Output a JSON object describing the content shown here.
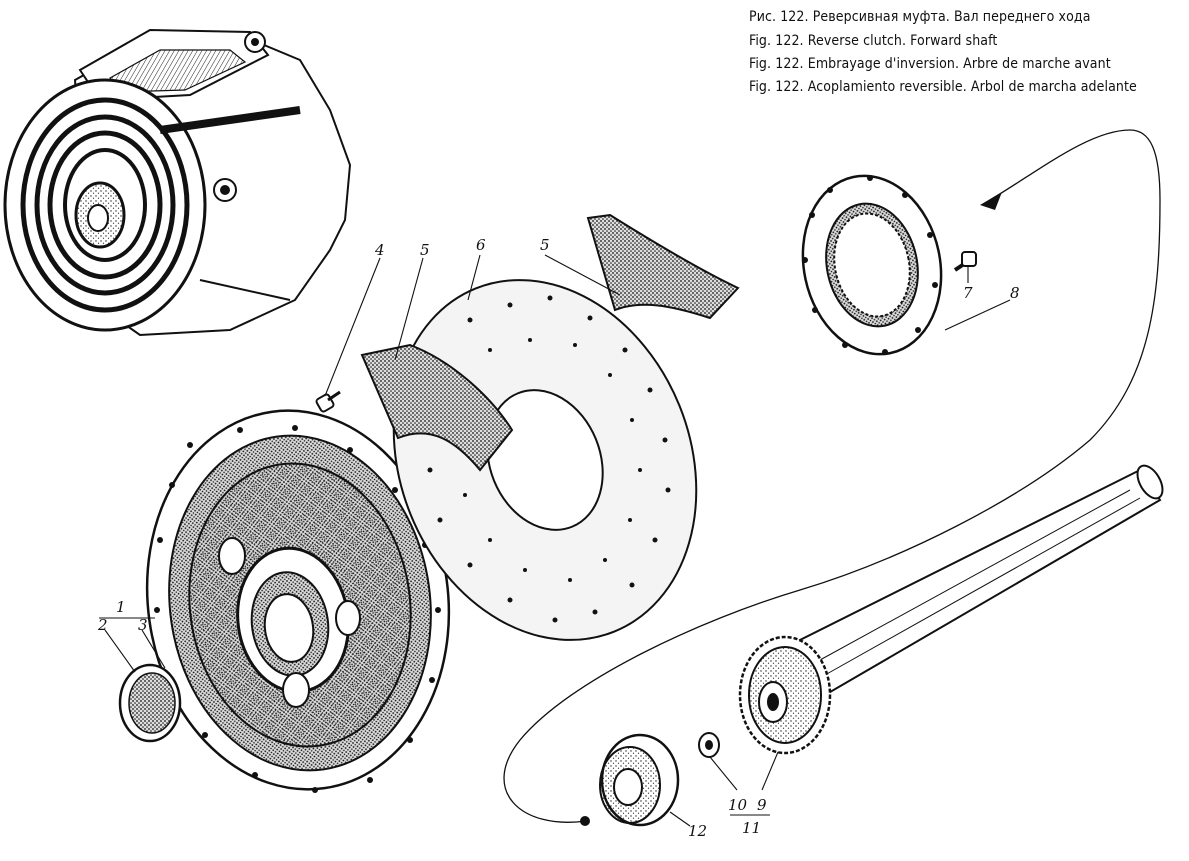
{
  "caption": {
    "ru": "Рис. 122. Реверсивная муфта. Вал переднего хода",
    "en": "Fig. 122. Reverse clutch. Forward shaft",
    "fr": "Fig. 122. Embrayage d'inversion. Arbre de marche avant",
    "es": "Fig. 122. Acoplamiento reversible. Arbol de marcha adelante"
  },
  "part_numbers": {
    "p1": "1",
    "p2": "2",
    "p3": "3",
    "p4": "4",
    "p5a": "5",
    "p5b": "5",
    "p6": "6",
    "p7": "7",
    "p8": "8",
    "p9": "9",
    "p10": "10",
    "p11": "11",
    "p12": "12"
  },
  "colors": {
    "ink": "#111111",
    "paper": "#ffffff"
  }
}
